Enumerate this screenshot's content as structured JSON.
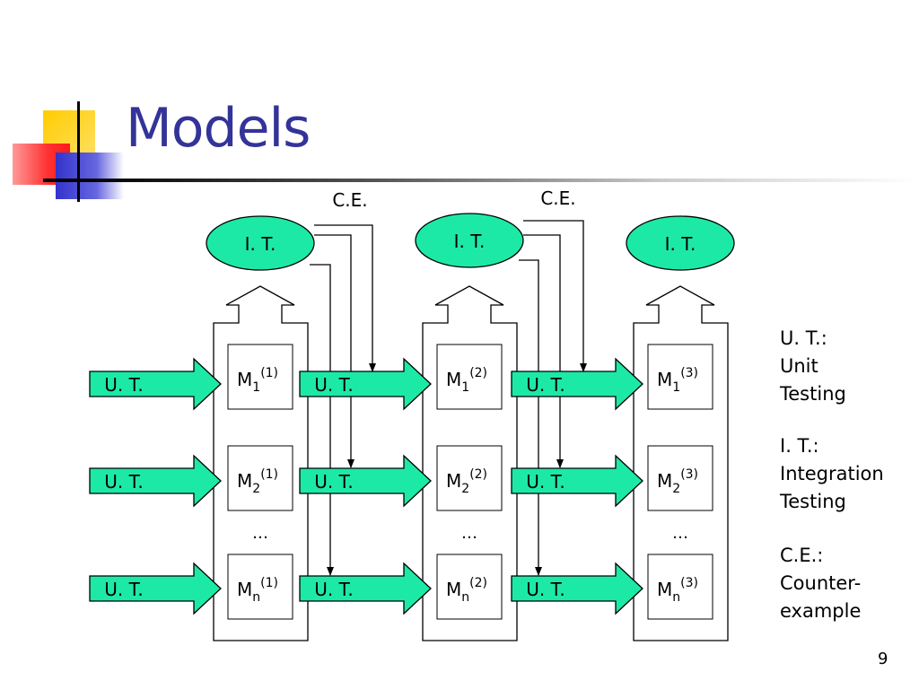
{
  "slide": {
    "title": "Models",
    "page_number": "9"
  },
  "colors": {
    "title": "#333399",
    "node_fill": "#1de9a6",
    "deco_yellow": "#ffcc00",
    "deco_red": "#ff3333",
    "deco_blue": "#3333cc"
  },
  "diagram": {
    "it_label": "I. T.",
    "ce_label": "C.E.",
    "ut_label": "U. T.",
    "ellipsis": "…",
    "module_base": "M",
    "module_subs": [
      "1",
      "2",
      "n"
    ],
    "iterations": [
      "(1)",
      "(2)",
      "(3)"
    ]
  },
  "legend": [
    {
      "lines": [
        "U. T.:",
        "Unit",
        "Testing"
      ]
    },
    {
      "lines": [
        "I. T.:",
        "Integration",
        "Testing"
      ]
    },
    {
      "lines": [
        "C.E.:",
        "Counter-",
        "example"
      ]
    }
  ]
}
